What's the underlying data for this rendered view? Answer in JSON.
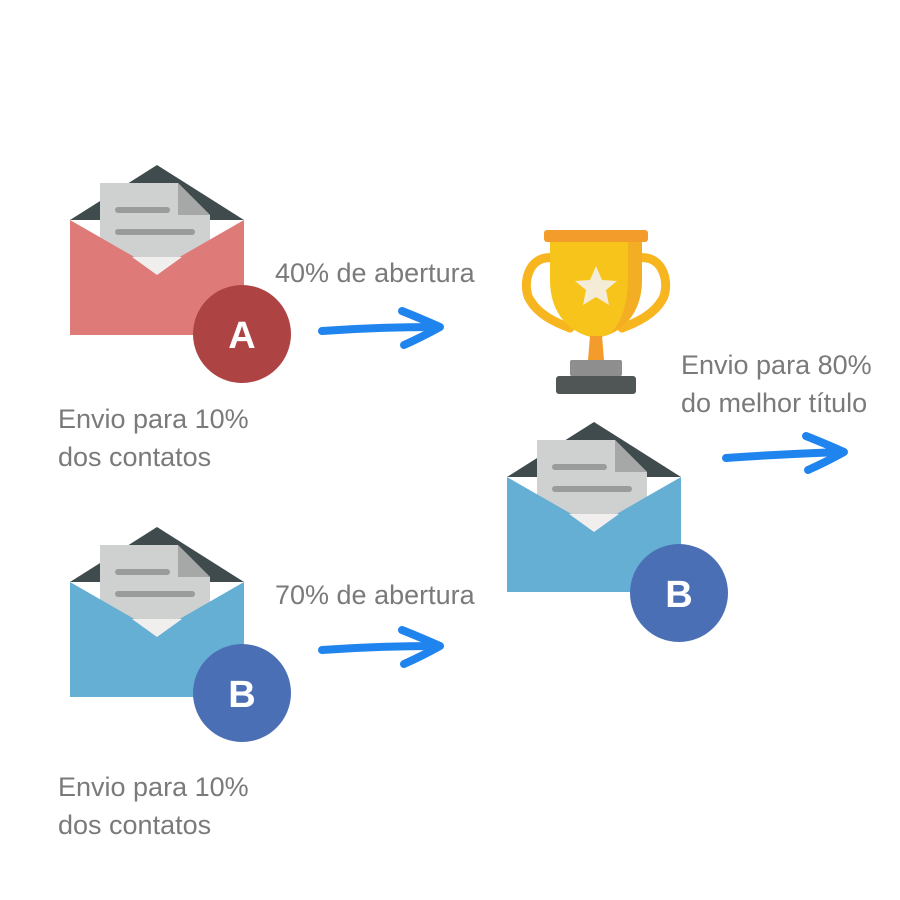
{
  "email_a": {
    "badge": "A",
    "caption_line1": "Envio para 10%",
    "caption_line2": "dos contatos",
    "envelope_color": "#de7a78",
    "badge_color": "#ad4342"
  },
  "email_b": {
    "badge": "B",
    "caption_line1": "Envio para 10%",
    "caption_line2": "dos contatos",
    "envelope_color": "#65aed4",
    "badge_color": "#4a6fb5"
  },
  "result_a": {
    "label": "40% de abertura"
  },
  "result_b": {
    "label": "70% de abertura"
  },
  "winner": {
    "badge": "B",
    "caption_line1": "Envio para 80%",
    "caption_line2": "do melhor título"
  },
  "colors": {
    "arrow": "#1f84ee",
    "text": "#7a7a7a",
    "envelope_dark": "#3f4b4d",
    "letter": "#cfd0d0",
    "trophy_gold": "#f7c41b",
    "trophy_orange": "#f39c2c"
  },
  "icons": {
    "envelope": "open-envelope-icon",
    "arrow": "right-arrow-icon",
    "trophy": "trophy-icon"
  }
}
